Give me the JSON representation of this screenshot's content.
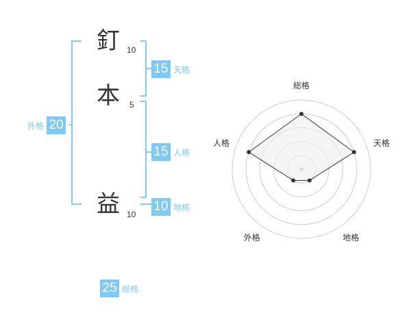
{
  "name": {
    "characters": [
      {
        "char": "釘",
        "strokes": "10"
      },
      {
        "char": "本",
        "strokes": "5"
      },
      {
        "char": "益",
        "strokes": "10"
      }
    ]
  },
  "fortune": {
    "tenkaku": {
      "value": "15",
      "label": "天格"
    },
    "jinkaku": {
      "value": "15",
      "label": "人格"
    },
    "chikaku": {
      "value": "10",
      "label": "地格"
    },
    "gaikaku": {
      "value": "20",
      "label": "外格"
    },
    "soukaku": {
      "value": "25",
      "label": "総格"
    }
  },
  "chart_data": {
    "type": "radar",
    "axes": [
      "総格",
      "天格",
      "地格",
      "外格",
      "人格"
    ],
    "values": [
      4,
      4,
      1,
      1,
      4
    ],
    "max": 5,
    "rings": 5,
    "colors": {
      "fill": "#eeeeee",
      "line": "#333333",
      "grid": "#cccccc",
      "center": "#bbbbbb"
    }
  },
  "colors": {
    "accent": "#7fc9f5",
    "text": "#333333"
  }
}
